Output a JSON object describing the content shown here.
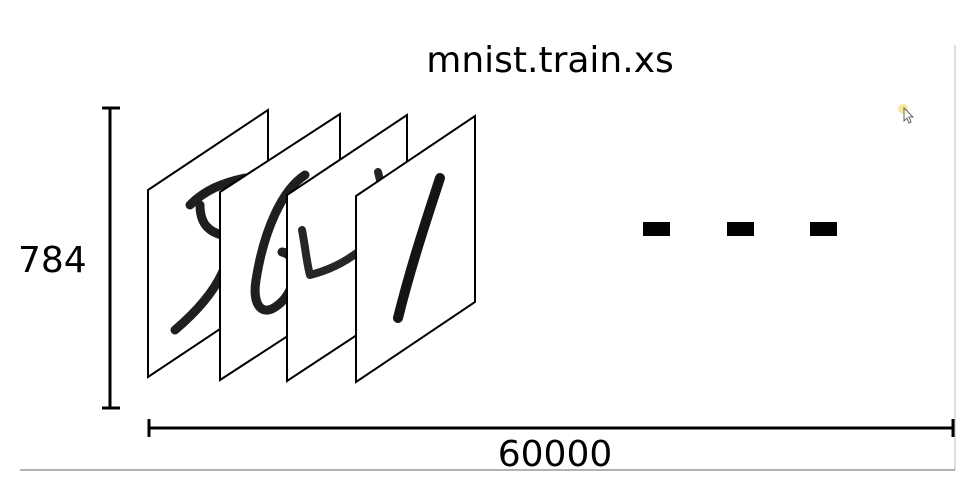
{
  "title": "mnist.train.xs",
  "height_label": "784",
  "width_label": "60000",
  "colors": {
    "stroke": "#000000",
    "background": "#ffffff",
    "cursor_highlight": "#f4e27a"
  },
  "icons": {
    "cursor": "mouse-pointer-icon"
  }
}
